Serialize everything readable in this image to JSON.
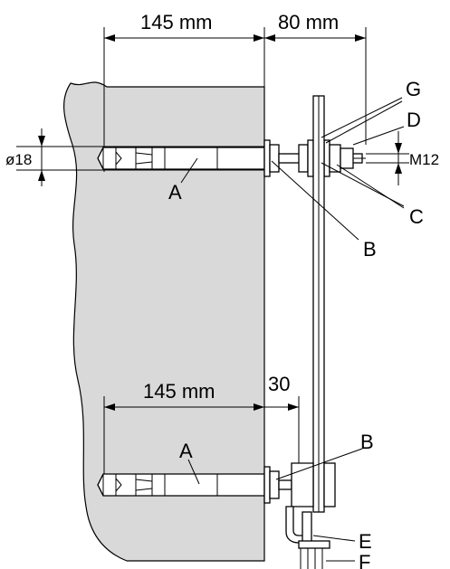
{
  "dimensions": {
    "top_wall_depth": "145 mm",
    "top_offset": "80 mm",
    "bottom_wall_depth": "145 mm",
    "bottom_offset": "30",
    "hole_diameter": "ø18",
    "thread": "M12"
  },
  "labels": {
    "a_top": "A",
    "a_bottom": "A",
    "b_top": "B",
    "b_bottom": "B",
    "c": "C",
    "d": "D",
    "e": "E",
    "f": "F",
    "g": "G"
  },
  "colors": {
    "wall": "#d9d9d9",
    "line": "#000000"
  }
}
